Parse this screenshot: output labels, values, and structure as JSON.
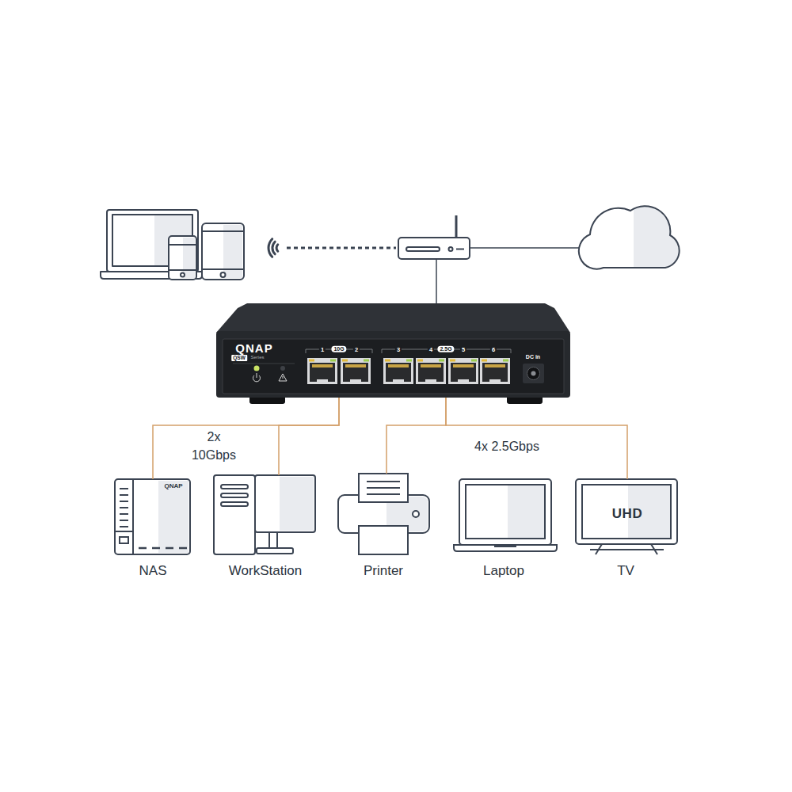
{
  "diagram": {
    "nodes": [
      {
        "text": [
          "QNAP",
          "QSW",
          "Series",
          "DC in"
        ]
      },
      {
        "text": [
          "QNAP",
          "NAS"
        ]
      },
      {
        "text": [
          "WorkStation"
        ]
      },
      {
        "text": [
          "Printer"
        ]
      },
      {
        "text": [
          "Laptop"
        ]
      },
      {
        "text": [
          "UHD",
          "TV"
        ]
      }
    ],
    "edges": [
      {
        "from": 0,
        "to": 1,
        "arrow": "none"
      },
      {
        "from": 0,
        "to": 2,
        "arrow": "none"
      },
      {
        "from": 0,
        "to": 3,
        "arrow": "none"
      },
      {
        "from": 0,
        "to": 5,
        "arrow": "none"
      }
    ],
    "labels": [
      "1",
      "10G",
      "2",
      "3",
      "4",
      "2.5G",
      "5",
      "6",
      "2x 10Gbps",
      "4x 2.5Gbps"
    ]
  }
}
